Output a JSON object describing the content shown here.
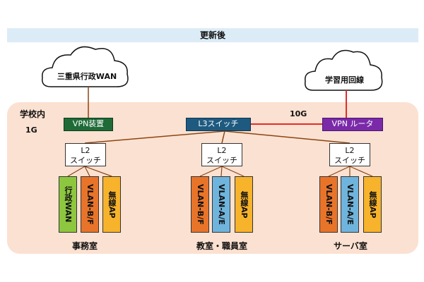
{
  "header": {
    "title": "更新後"
  },
  "clouds": {
    "left": "三重県行政WAN",
    "right": "学習用回線"
  },
  "campus": {
    "label": "学校内",
    "left_speed": "1G"
  },
  "devices": {
    "vpn_device": "VPN装置",
    "l3_switch": "L3スイッチ",
    "vpn_router": "VPN ルータ",
    "link_speed": "10G"
  },
  "l2_switch": {
    "line1": "L2",
    "line2": "スイッチ"
  },
  "groups": [
    {
      "label": "事務室",
      "vlans": [
        "行政WAN",
        "VLAN-B/F",
        "無線AP"
      ]
    },
    {
      "label": "教室・職員室",
      "vlans": [
        "VLAN-B/F",
        "VLAN-A/E",
        "無線AP"
      ]
    },
    {
      "label": "サーバ室",
      "vlans": [
        "VLAN-B/F",
        "VLAN-A/E",
        "無線AP"
      ]
    }
  ],
  "colors": {
    "campus_bg": "#fbe1d1",
    "header_bg": "#dcecf7",
    "link_red": "#e52b2b",
    "link_brown": "#8b4513"
  }
}
